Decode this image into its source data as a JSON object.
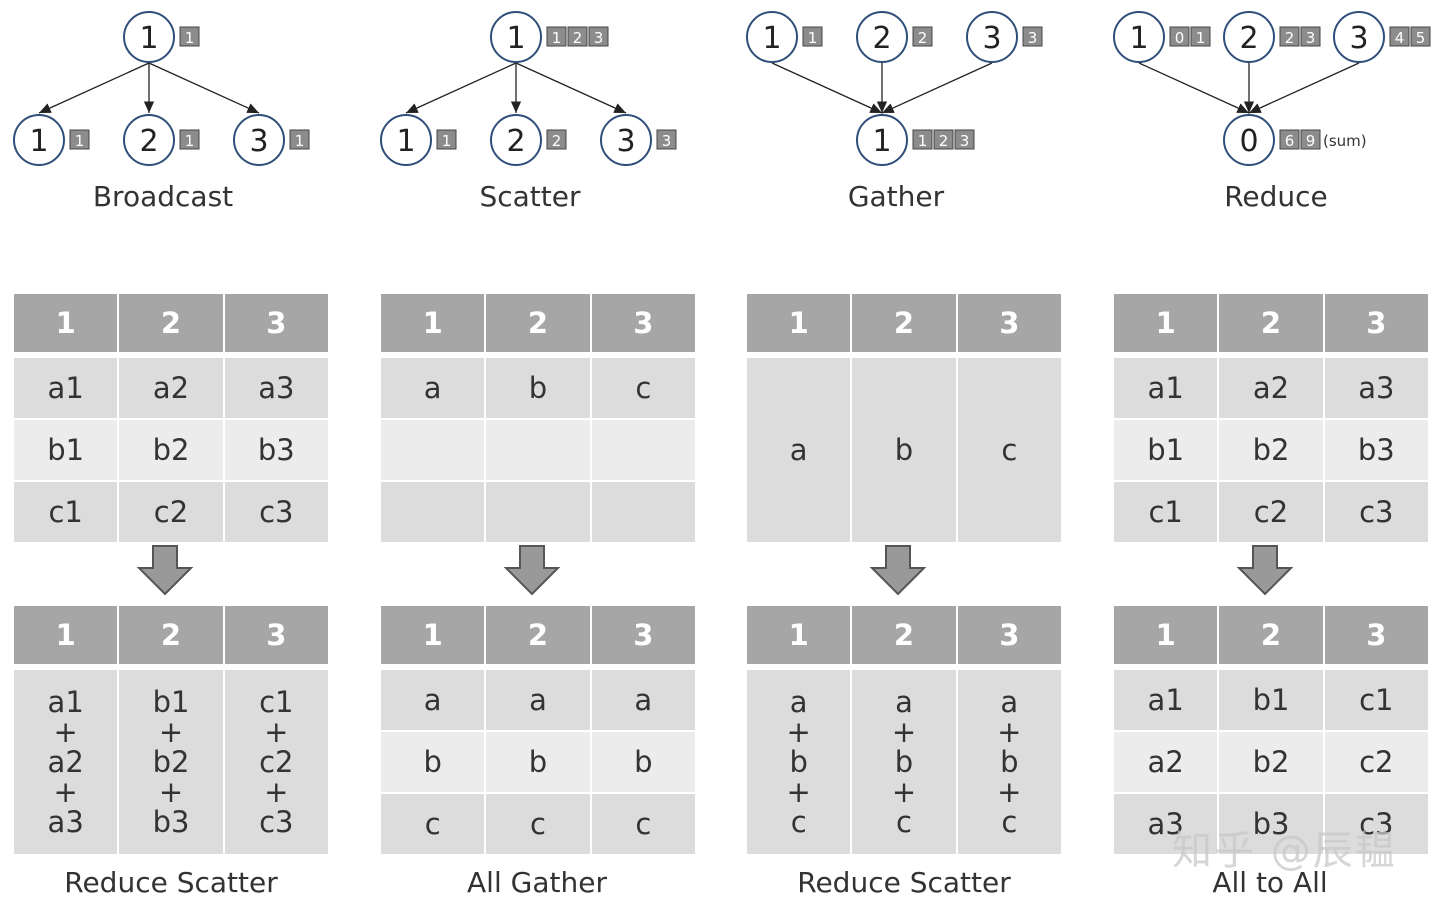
{
  "top_panels": [
    {
      "title": "Broadcast",
      "nodes": [
        {
          "id": "1",
          "boxes": [
            "1"
          ]
        },
        {
          "id": "1",
          "boxes": [
            "1"
          ]
        },
        {
          "id": "2",
          "boxes": [
            "1"
          ]
        },
        {
          "id": "3",
          "boxes": [
            "1"
          ]
        }
      ]
    },
    {
      "title": "Scatter",
      "nodes": [
        {
          "id": "1",
          "boxes": [
            "1",
            "2",
            "3"
          ]
        },
        {
          "id": "1",
          "boxes": [
            "1"
          ]
        },
        {
          "id": "2",
          "boxes": [
            "2"
          ]
        },
        {
          "id": "3",
          "boxes": [
            "3"
          ]
        }
      ]
    },
    {
      "title": "Gather",
      "nodes": [
        {
          "id": "1",
          "boxes": [
            "1"
          ]
        },
        {
          "id": "2",
          "boxes": [
            "2"
          ]
        },
        {
          "id": "3",
          "boxes": [
            "3"
          ]
        },
        {
          "id": "1",
          "boxes": [
            "1",
            "2",
            "3"
          ]
        }
      ]
    },
    {
      "title": "Reduce",
      "nodes": [
        {
          "id": "1",
          "boxes": [
            "0",
            "1"
          ]
        },
        {
          "id": "2",
          "boxes": [
            "2",
            "3"
          ]
        },
        {
          "id": "3",
          "boxes": [
            "4",
            "5"
          ]
        },
        {
          "id": "0",
          "boxes": [
            "6",
            "9"
          ]
        }
      ],
      "note": "(sum)"
    }
  ],
  "bottom_panels": [
    {
      "title": "Reduce Scatter",
      "headers": [
        "1",
        "2",
        "3"
      ],
      "before": [
        [
          "a1",
          "a2",
          "a3"
        ],
        [
          "b1",
          "b2",
          "b3"
        ],
        [
          "c1",
          "c2",
          "c3"
        ]
      ],
      "after_stacked": [
        [
          "a1",
          "+",
          "a2",
          "+",
          "a3"
        ],
        [
          "b1",
          "+",
          "b2",
          "+",
          "b3"
        ],
        [
          "c1",
          "+",
          "c2",
          "+",
          "c3"
        ]
      ]
    },
    {
      "title": "All Gather",
      "headers": [
        "1",
        "2",
        "3"
      ],
      "before": [
        [
          "a",
          "b",
          "c"
        ],
        [
          "",
          "",
          ""
        ],
        [
          "",
          "",
          ""
        ]
      ],
      "after": [
        [
          "a",
          "a",
          "a"
        ],
        [
          "b",
          "b",
          "b"
        ],
        [
          "c",
          "c",
          "c"
        ]
      ]
    },
    {
      "title": "Reduce Scatter",
      "headers": [
        "1",
        "2",
        "3"
      ],
      "before_single": [
        "a",
        "b",
        "c"
      ],
      "after_stacked": [
        [
          "a",
          "+",
          "b",
          "+",
          "c"
        ],
        [
          "a",
          "+",
          "b",
          "+",
          "c"
        ],
        [
          "a",
          "+",
          "b",
          "+",
          "c"
        ]
      ]
    },
    {
      "title": "All to All",
      "headers": [
        "1",
        "2",
        "3"
      ],
      "before": [
        [
          "a1",
          "a2",
          "a3"
        ],
        [
          "b1",
          "b2",
          "b3"
        ],
        [
          "c1",
          "c2",
          "c3"
        ]
      ],
      "after": [
        [
          "a1",
          "b1",
          "c1"
        ],
        [
          "a2",
          "b2",
          "c2"
        ],
        [
          "a3",
          "b3",
          "c3"
        ]
      ]
    }
  ],
  "watermark": "知乎 @辰韫"
}
